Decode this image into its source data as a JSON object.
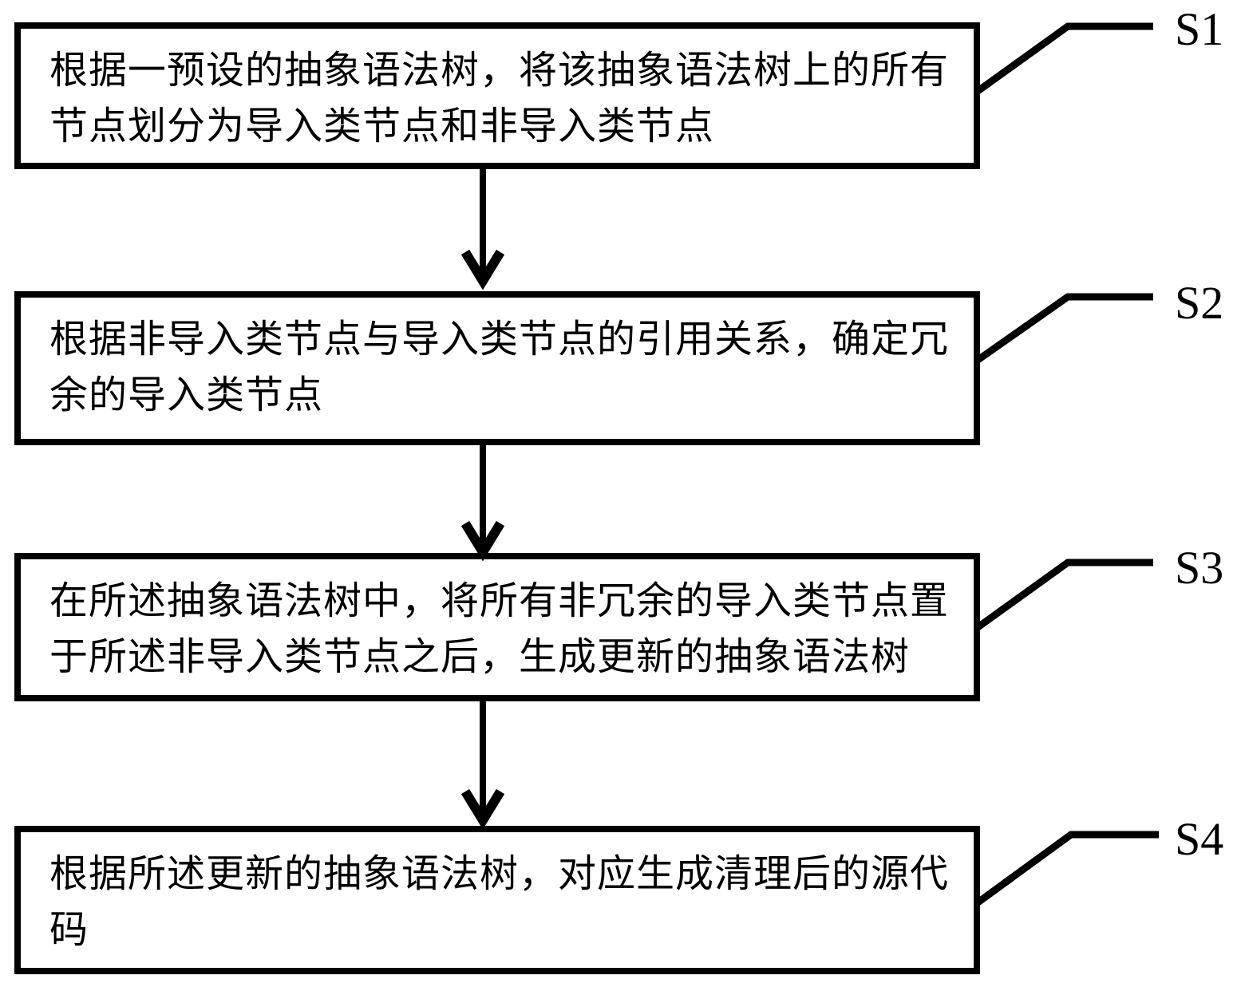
{
  "figure": {
    "type": "flowchart",
    "background_color": "#ffffff",
    "line_color": "#000000"
  },
  "steps": [
    {
      "label": "S1",
      "text": "根据一预设的抽象语法树，将该抽象语法树上的所有节点划分为导入类节点和非导入类节点"
    },
    {
      "label": "S2",
      "text": "根据非导入类节点与导入类节点的引用关系，确定冗余的导入类节点"
    },
    {
      "label": "S3",
      "text": "在所述抽象语法树中，将所有非冗余的导入类节点置于所述非导入类节点之后，生成更新的抽象语法树"
    },
    {
      "label": "S4",
      "text": "根据所述更新的抽象语法树，对应生成清理后的源代码"
    }
  ]
}
